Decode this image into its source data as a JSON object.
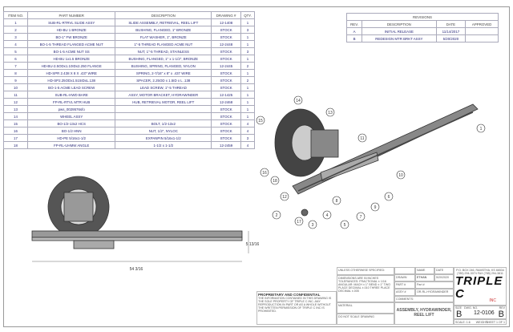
{
  "bom": {
    "headers": [
      "ITEM NO.",
      "PART NUMBER",
      "DESCRIPTION",
      "DRAWING #",
      "QTY."
    ],
    "rows": [
      [
        "1",
        "SUB-RL-RTRVL SLIDE ASSY",
        "SLIDE ASSEMBLY, RETRIEVAL, REEL LIFT",
        "12-1408",
        "1"
      ],
      [
        "2",
        "HD-BU 1 BRONZE",
        "BUSHING, FLANGED, 1\" BRONZE",
        "STOCK",
        "3"
      ],
      [
        "3",
        "BO-1\" FW BRONZE",
        "FLAT WASHER, 1\", BRONZE",
        "STOCK",
        "1"
      ],
      [
        "4",
        "BO-1-5 THREAD FLANGED ACME NUT",
        "1\"-5 THREAD FLANGED ACME NUT",
        "12-2448",
        "1"
      ],
      [
        "5",
        "BO-1-5 ACME NUT SS",
        "NUT, 1\"-5 THREAD, STAINLESS",
        "STOCK",
        "3"
      ],
      [
        "6",
        "HD-BU 1x1.5 BRONZE",
        "BUSHING, FLANGED, 1\" x 1-1/2\", BRONZE",
        "STOCK",
        "1"
      ],
      [
        "7",
        "HD-BU-2.5ODx1.10IDx2.250 FLANGE",
        "BUSHING, SPRING, FLANGED, NYLON",
        "12-2445",
        "2"
      ],
      [
        "8",
        "HD-SPR 2.438 X 8 X .437 WIRE",
        "SPRING, 2-7/16\" x 8\" x .437 WIRE",
        "STOCK",
        "1"
      ],
      [
        "9",
        "HD-SP2.25ODx1.515IDxL.138",
        "SPACER, 2.25OD x 1.5ID x L .138",
        "STOCK",
        "2"
      ],
      [
        "10",
        "BO-1-5 ACME LEAD SCREW",
        "LEAD SCREW, 1\"-5 THREAD",
        "STOCK",
        "1"
      ],
      [
        "11",
        "SUB-RL-HWD BARE",
        "ASSY, MOTOR BRACKET, HYDRAWINDER",
        "12-1425",
        "1"
      ],
      [
        "12",
        "FP-RL-RTVL MTR HUB",
        "HUB, RETRIEVAL MOTOR, REEL LIFT",
        "12-2468",
        "1"
      ],
      [
        "13",
        "pws_0029576sfo",
        "",
        "STOCK",
        "1"
      ],
      [
        "14",
        "WHEEL ASSY",
        "",
        "STOCK",
        "1"
      ],
      [
        "15",
        "BO-1/2-13x2 HCS",
        "BOLT, 1/2-13x2",
        "STOCK",
        "4"
      ],
      [
        "16",
        "BO-1/2 HNN",
        "NUT, 1/2\", NYLOC",
        "STOCK",
        "4"
      ],
      [
        "17",
        "HD-PE 5/16x1-1/2",
        "EXPANPIN 5/16x1-1/2",
        "STOCK",
        "3"
      ],
      [
        "18",
        "FP-RL-UHMW ANGLE",
        "1-1/2 x 1-1/2",
        "12-2459",
        "4"
      ]
    ]
  },
  "revisions": {
    "title": "REVISIONS",
    "headers": [
      "REV.",
      "DESCRIPTION",
      "DATE",
      "APPROVED"
    ],
    "rows": [
      [
        "A",
        "INITIAL RELEASE",
        "11/14/2017",
        ""
      ],
      [
        "B",
        "REDESIGN MTR BRKT ASSY",
        "5/20/2020",
        ""
      ]
    ]
  },
  "dimensions": {
    "length": "54 3/16",
    "height": "5 13/16"
  },
  "balloons": [
    "1",
    "2",
    "3",
    "4",
    "5",
    "6",
    "7",
    "8",
    "9",
    "10",
    "11",
    "12",
    "13",
    "14",
    "15",
    "16",
    "17",
    "18"
  ],
  "title_block": {
    "proprietary_title": "PROPRIETARY AND CONFIDENTIAL",
    "proprietary_text": "THE INFORMATION CONTAINED IN THIS DRAWING IS THE SOLE PROPERTY OF TRIPLE C INC. ANY REPRODUCTION IN PART OR AS A WHOLE WITHOUT THE WRITTEN PERMISSION OF TRIPLE C INC IS PROHIBITED.",
    "unless": "UNLESS OTHERWISE SPECIFIED:",
    "tolerances": "DIMENSIONS ARE IN INCHES TOLERANCES: FRACTIONAL ± 1/16 ANGULAR: MACH ± 1° BEND ± 1° TWO PLACE DECIMAL ±.010 THREE PLACE DECIMAL ±.005",
    "material": "MATERIAL",
    "no_scale": "DO NOT SCALE DRAWING",
    "name_h": "NAME",
    "date_h": "DATE",
    "drawn": "DRAWN",
    "drawn_name": "ETHAN",
    "drawn_date": "5/20/2020",
    "part_l": "PART #",
    "part_v": "Part #",
    "assy_l": "ASSY #",
    "assy_v": "OR-RL-HYDRAWINDER",
    "comments": "COMMENTS:",
    "title": "ASSEMBLY, HYDRAWINDER, REEL LIFT",
    "address": "P.O. BOX 246, RAMSTHA, KS 66534 (785) 294-3074  FAX (785) 294-3811",
    "logo": "TRIPLE C",
    "logo_inc": "INC",
    "size_l": "SIZE",
    "dwg_l": "DWG. NO.",
    "rev_l": "REV",
    "size": "B",
    "dwg_no": "12-0106",
    "rev": "B",
    "scale": "SCALE: 1:6",
    "weight": "WEIGHT:",
    "sheet": "SHEET 1 OF 1"
  }
}
